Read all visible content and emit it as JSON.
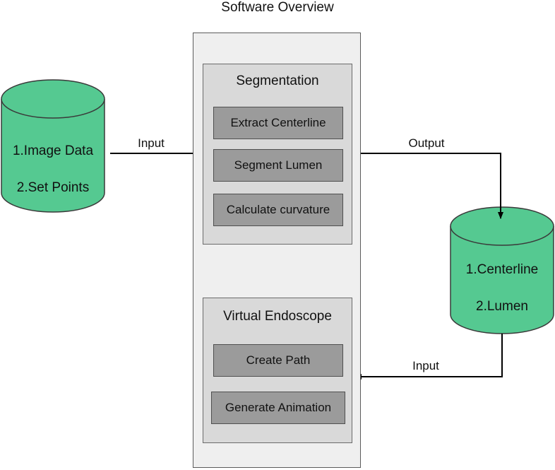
{
  "title": "Software Overview",
  "colors": {
    "database_fill": "#55c991",
    "database_stroke": "#3a3a3a",
    "outer_panel": "#efefef",
    "group_panel": "#d9d9d9",
    "step_box": "#9b9b9b",
    "arrow": "#000000"
  },
  "input_store": {
    "line1": "1.Image Data",
    "line2": "2.Set Points"
  },
  "output_store": {
    "line1": "1.Centerline",
    "line2": "2.Lumen"
  },
  "segmentation": {
    "title": "Segmentation",
    "steps": [
      "Extract Centerline",
      "Segment Lumen",
      "Calculate curvature"
    ]
  },
  "virtual_endoscope": {
    "title": "Virtual Endoscope",
    "steps": [
      "Create Path",
      "Generate Animation"
    ]
  },
  "edges": {
    "input_to_software": "Input",
    "software_to_output": "Output",
    "output_to_endoscope": "Input"
  }
}
